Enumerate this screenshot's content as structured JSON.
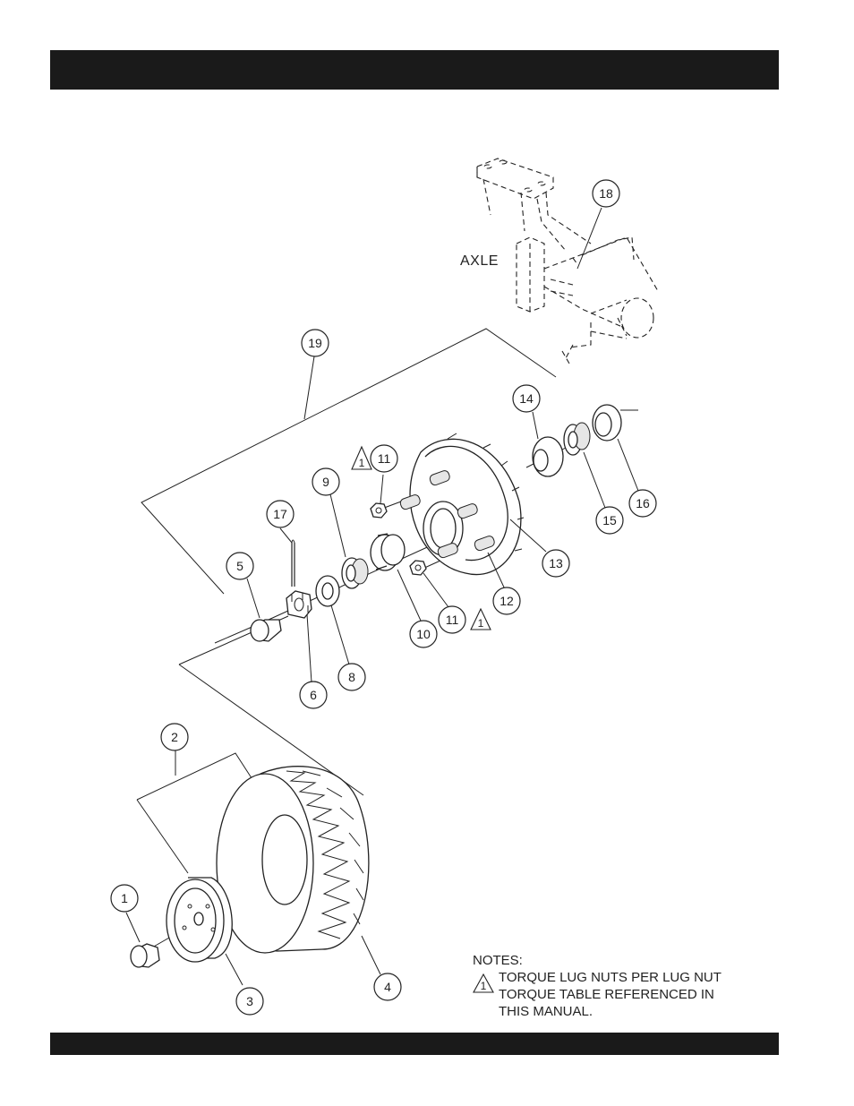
{
  "diagram": {
    "axle_label": "AXLE",
    "callouts": [
      "1",
      "2",
      "3",
      "4",
      "5",
      "6",
      "8",
      "9",
      "10",
      "11",
      "11",
      "12",
      "13",
      "14",
      "15",
      "16",
      "17",
      "18",
      "19"
    ],
    "warning_number": "1"
  },
  "notes": {
    "title": "NOTES:",
    "warning_number": "1",
    "lines": [
      "TORQUE LUG NUTS PER LUG NUT",
      "TORQUE TABLE REFERENCED IN",
      "THIS MANUAL."
    ]
  }
}
